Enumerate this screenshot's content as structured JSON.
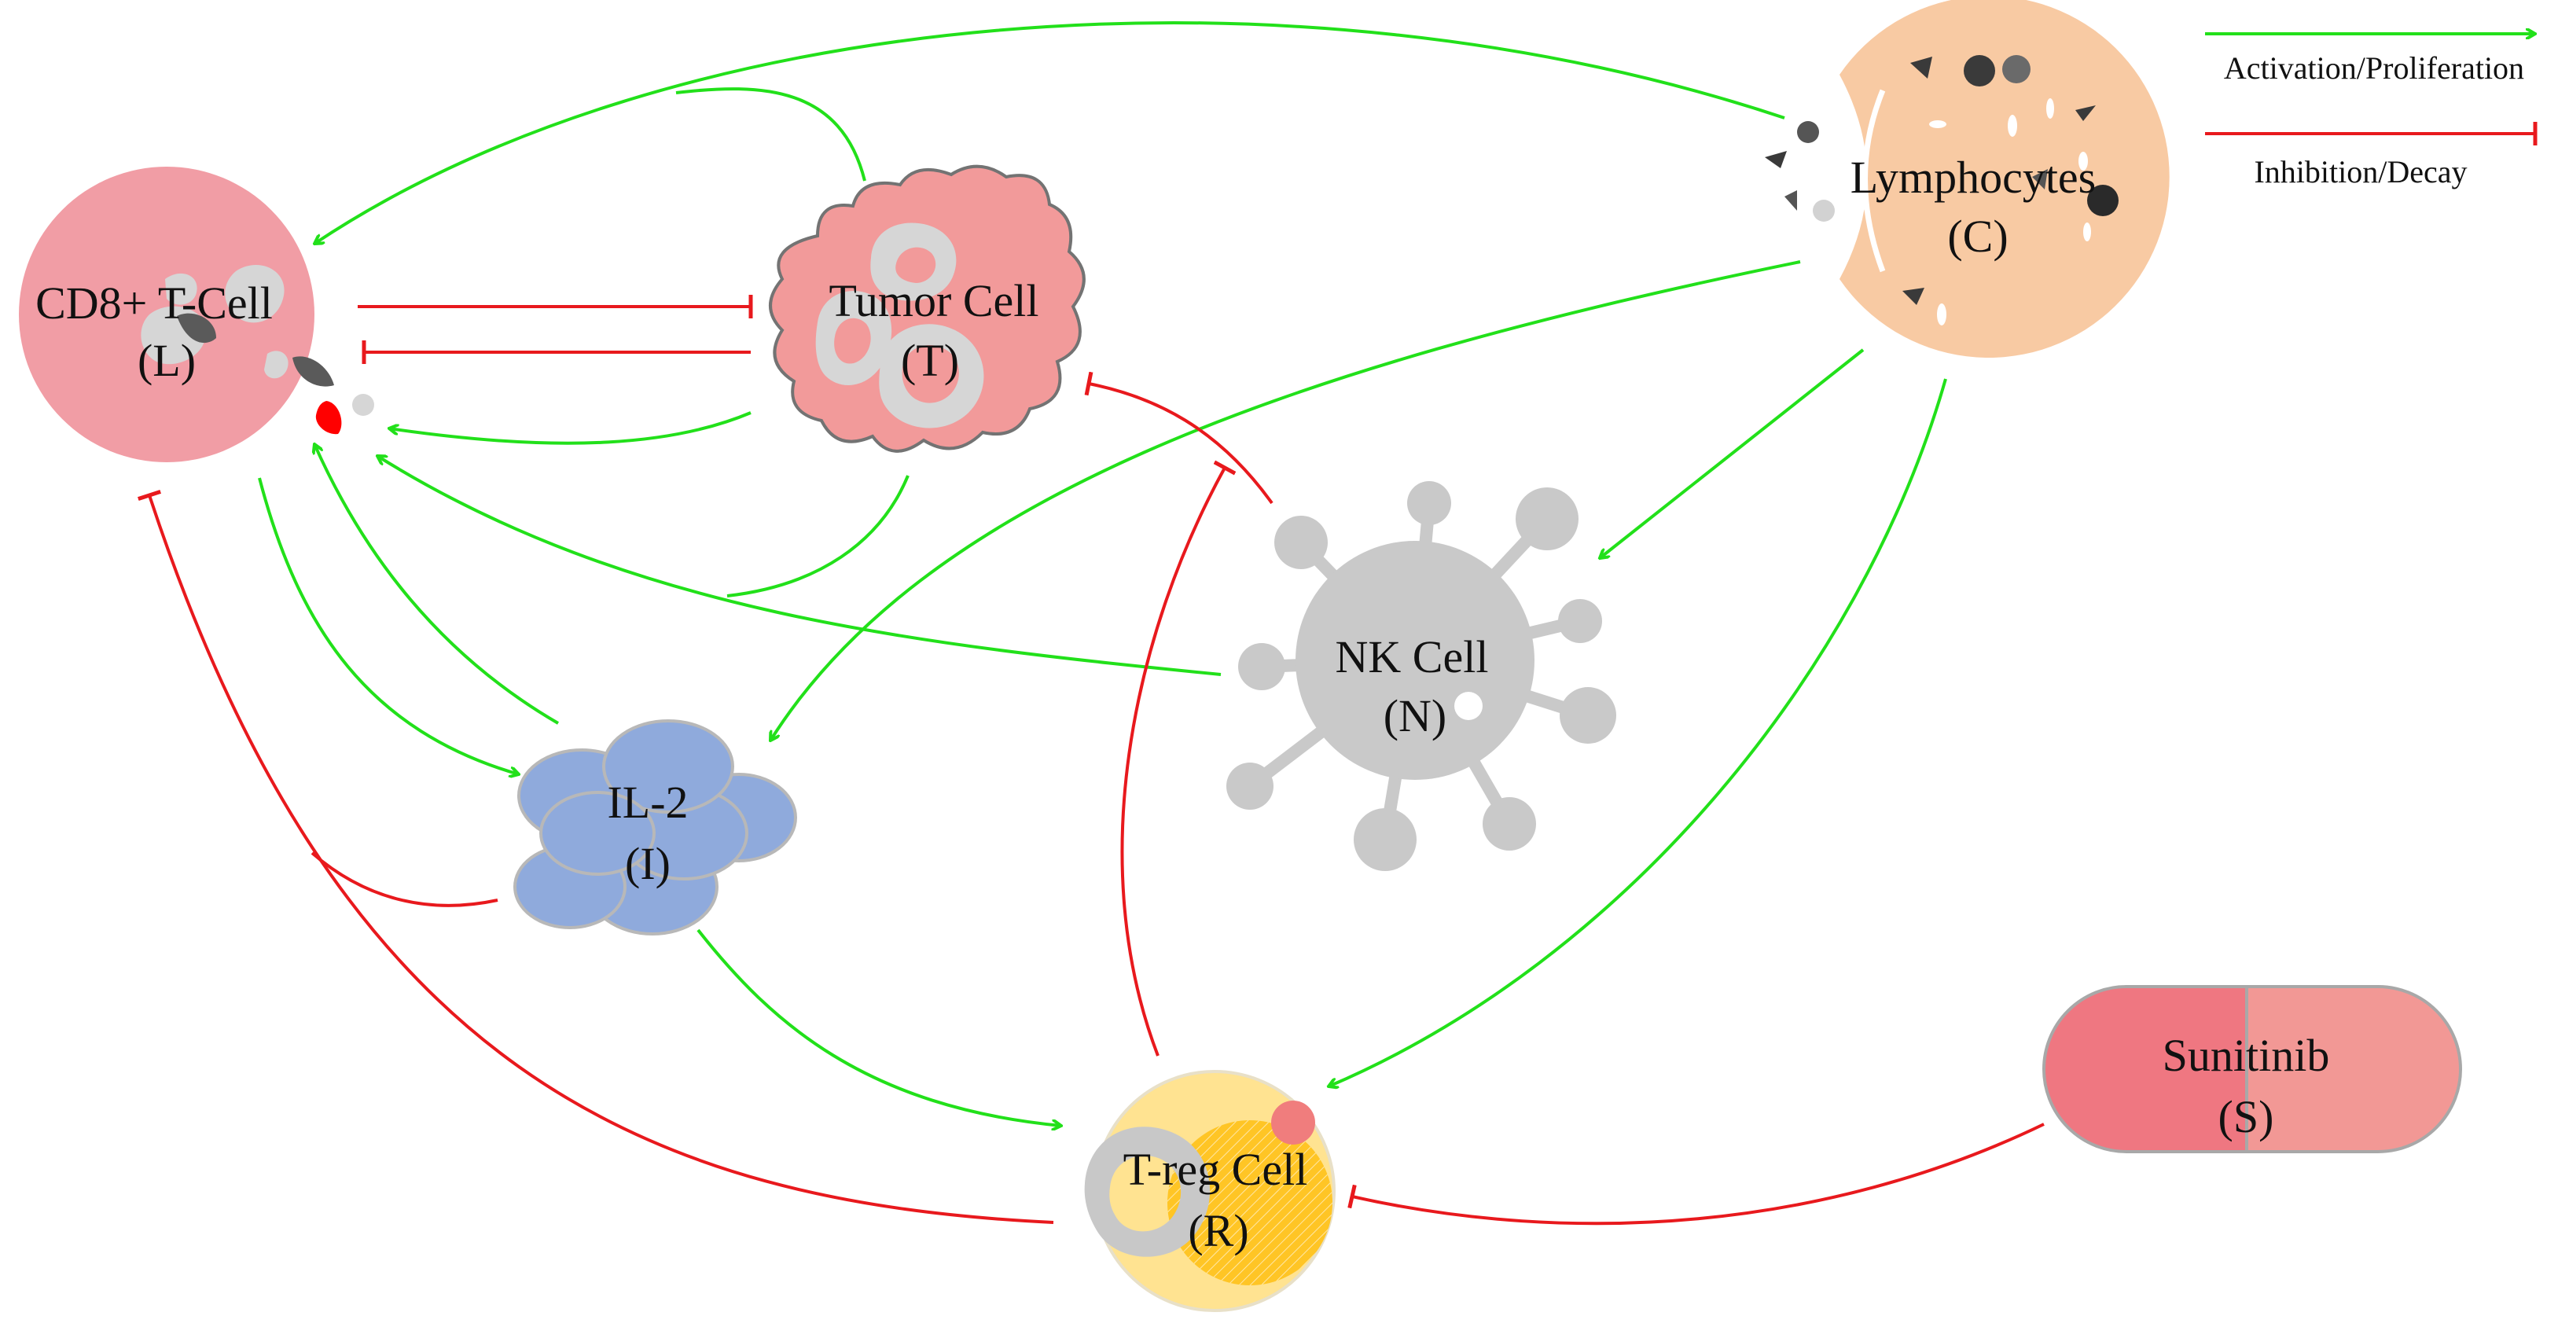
{
  "legend": {
    "activation": "Activation/Proliferation",
    "inhibition": "Inhibition/Decay"
  },
  "colors": {
    "activation": "#22e01a",
    "inhibition": "#e8191d",
    "cd8": "#f19da5",
    "tumor": "#f29a9a",
    "lymphocytes": "#f8caa3",
    "nk": "#c9c9c9",
    "il2": "#8faadc",
    "treg": "#ffe391",
    "sunitinib_left": "#ef7781",
    "sunitinib_right": "#f29895"
  },
  "nodes": {
    "cd8": {
      "name": "CD8+ T-Cell",
      "symbol": "(L)"
    },
    "tumor": {
      "name": "Tumor Cell",
      "symbol": "(T)"
    },
    "lymphocytes": {
      "name": "Lymphocytes",
      "symbol": "(C)"
    },
    "nk": {
      "name": "NK Cell",
      "symbol": "(N)"
    },
    "il2": {
      "name": "IL-2",
      "symbol": "(I)"
    },
    "treg": {
      "name": "T-reg Cell",
      "symbol": "(R)"
    },
    "sunitinib": {
      "name": "Sunitinib",
      "symbol": "(S)"
    }
  },
  "edges": [
    {
      "from": "lymphocytes",
      "to": "cd8",
      "type": "activation"
    },
    {
      "from": "tumor",
      "to": "cd8",
      "type": "activation"
    },
    {
      "from": "tumor",
      "to": "il2",
      "type": "activation"
    },
    {
      "from": "cd8",
      "to": "tumor",
      "type": "inhibition"
    },
    {
      "from": "tumor",
      "to": "cd8",
      "type": "inhibition"
    },
    {
      "from": "lymphocytes",
      "to": "il2",
      "type": "activation"
    },
    {
      "from": "lymphocytes",
      "to": "nk",
      "type": "activation"
    },
    {
      "from": "lymphocytes",
      "to": "treg",
      "type": "activation"
    },
    {
      "from": "nk",
      "to": "cd8",
      "type": "activation"
    },
    {
      "from": "nk",
      "to": "tumor",
      "type": "inhibition"
    },
    {
      "from": "cd8",
      "to": "il2",
      "type": "activation"
    },
    {
      "from": "il2",
      "to": "cd8",
      "type": "activation"
    },
    {
      "from": "il2",
      "to": "cd8",
      "type": "inhibition"
    },
    {
      "from": "il2",
      "to": "treg",
      "type": "activation"
    },
    {
      "from": "treg",
      "to": "cd8",
      "type": "inhibition"
    },
    {
      "from": "treg",
      "to": "tumor",
      "type": "inhibition"
    },
    {
      "from": "sunitinib",
      "to": "treg",
      "type": "inhibition"
    }
  ]
}
